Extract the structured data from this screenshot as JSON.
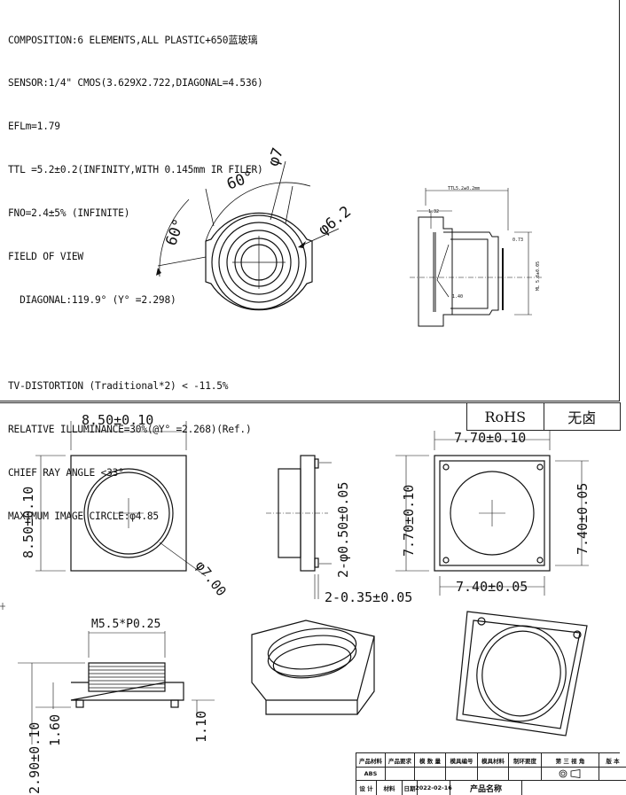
{
  "specs": {
    "composition": "COMPOSITION:6 ELEMENTS,ALL PLASTIC+650蓝玻璃",
    "sensor": "SENSOR:1/4\" CMOS(3.629X2.722,DIAGONAL=4.536)",
    "efl": "EFLm=1.79",
    "ttl": "TTL =5.2±0.2(INFINITY,WITH 0.145mm IR FILER)",
    "fno": "FNO=2.4±5% (INFINITE)",
    "fov_title": "FIELD OF VIEW",
    "fov_diag": "  DIAGONAL:119.9° (Y° =2.298)",
    "tv_distortion": "TV-DISTORTION (Traditional*2) < -11.5%",
    "relative_illum": "RELATIVE ILLUMINANCE=30%(@Y° =2.268)(Ref.)",
    "chief_ray": "CHIEF RAY ANGLE <33°",
    "max_circle": "MAXIMUM IMAGE CIRCLE:φ4.85"
  },
  "lens_top_view": {
    "angle_top": "60°",
    "angle_left": "60°",
    "dia_top": "φ7",
    "dia_outer": "φ6.2"
  },
  "section_view": {
    "ttl_label": "TTL5.2±0.2mm",
    "dim_a": "1.32",
    "dim_b": "0.73",
    "dim_c": "1.40",
    "dim_d": "ML 5.8±0.05"
  },
  "holder_front": {
    "width": "8.50±0.10",
    "height": "8.50±0.10",
    "bore": "φ7.00"
  },
  "holder_side": {
    "pins": "2-φ0.50±0.05",
    "pin_pitch": "2-0.35±0.05"
  },
  "holder_back": {
    "width_top": "7.70±0.10",
    "width_bottom": "7.40±0.05",
    "height_left": "7.70±0.10",
    "height_right": "7.40±0.05"
  },
  "lens_side": {
    "thread": "M5.5*P0.25",
    "total_height": "2.90±0.10",
    "body_height": "1.60",
    "base_height": "1.10"
  },
  "compliance": {
    "rohs": "RoHS",
    "halogen": "无卤"
  },
  "title_block": {
    "row1": [
      "产品材料",
      "产品要求",
      "模 数 量",
      "模具编号",
      "模具材料",
      "制环要度",
      "第 三 视 角",
      "版 本"
    ],
    "row1_b": [
      "ABS",
      "",
      "",
      "",
      "",
      "",
      "",
      ""
    ],
    "row2": [
      "设 计",
      "材料",
      "日期",
      "2022-02-16",
      "产品名称"
    ]
  }
}
